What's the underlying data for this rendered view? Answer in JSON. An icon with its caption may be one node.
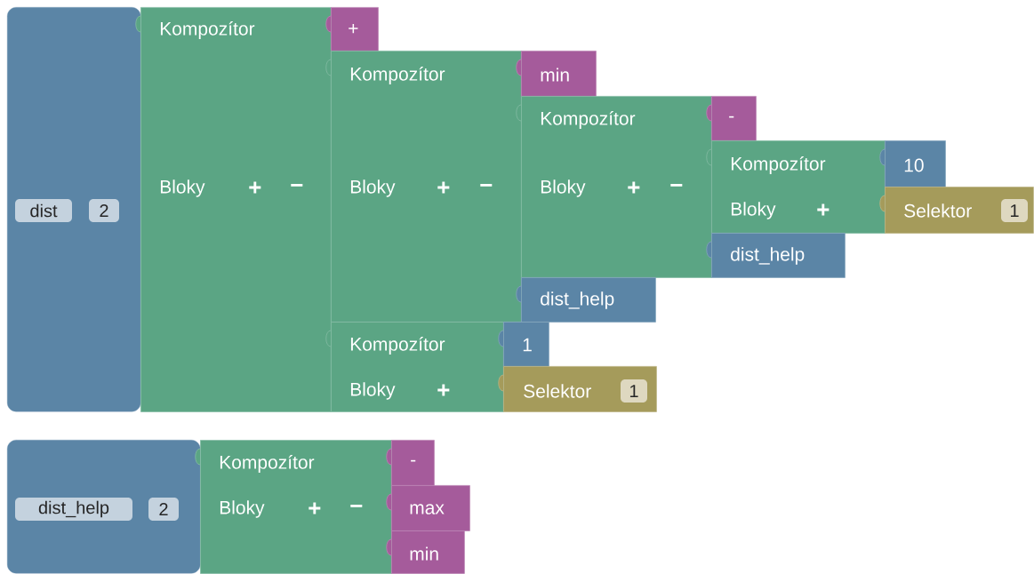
{
  "diagram": {
    "nodes": [
      {
        "text": [],
        "shape": "box"
      },
      {
        "text": [
          "dist"
        ],
        "in": 0
      },
      {
        "text": [
          "2"
        ],
        "in": 0
      },
      {
        "text": [
          "Kompozítor",
          "Bloky",
          "+",
          "−"
        ]
      },
      {
        "text": [
          "+"
        ]
      },
      {
        "text": [
          "Kompozítor",
          "Bloky",
          "+",
          "−"
        ]
      },
      {
        "text": [
          "min"
        ]
      },
      {
        "text": [
          "Kompozítor",
          "Bloky",
          "+",
          "−"
        ]
      },
      {
        "text": [
          "-"
        ]
      },
      {
        "text": [
          "Kompozítor",
          "Bloky",
          "+"
        ]
      },
      {
        "text": [
          "10"
        ]
      },
      {
        "text": [
          "Selektor"
        ]
      },
      {
        "text": [
          "1"
        ],
        "in": 11
      },
      {
        "text": [
          "dist_help"
        ]
      },
      {
        "text": [
          "dist_help"
        ]
      },
      {
        "text": [
          "Kompozítor",
          "Bloky",
          "+"
        ]
      },
      {
        "text": [
          "1"
        ]
      },
      {
        "text": [
          "Selektor"
        ]
      },
      {
        "text": [
          "1"
        ],
        "in": 17
      },
      {
        "text": [],
        "shape": "box"
      },
      {
        "text": [
          "dist_help"
        ],
        "in": 19
      },
      {
        "text": [
          "2"
        ],
        "in": 19
      },
      {
        "text": [
          "Kompozítor",
          "Bloky",
          "+",
          "−"
        ]
      },
      {
        "text": [
          "-"
        ]
      },
      {
        "text": [
          "max"
        ]
      },
      {
        "text": [
          "min"
        ]
      }
    ]
  }
}
